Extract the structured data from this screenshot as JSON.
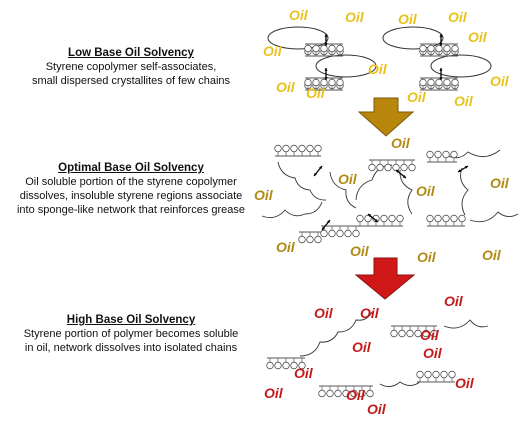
{
  "panels": [
    {
      "title": "Low Base Oil Solvency",
      "desc1": "Styrene copolymer self-associates,",
      "desc2": "small dispersed crystallites of few chains",
      "desc3": ""
    },
    {
      "title": "Optimal Base Oil Solvency",
      "desc1": "Oil soluble portion of the styrene copolymer",
      "desc2": "dissolves, insoluble styrene regions associate",
      "desc3": "into sponge-like network that reinforces grease"
    },
    {
      "title": "High Base Oil Solvency",
      "desc1": "Styrene portion of polymer becomes soluble",
      "desc2": "in oil, network dissolves into isolated chains",
      "desc3": ""
    }
  ],
  "oil_label": "Oil",
  "colors": {
    "low_oil": "#e8c21c",
    "optimal_oil": "#b08a14",
    "high_oil": "#c41a1a",
    "arrow_gold": "#b8860b",
    "arrow_red": "#d01818",
    "chain": "#555555"
  }
}
